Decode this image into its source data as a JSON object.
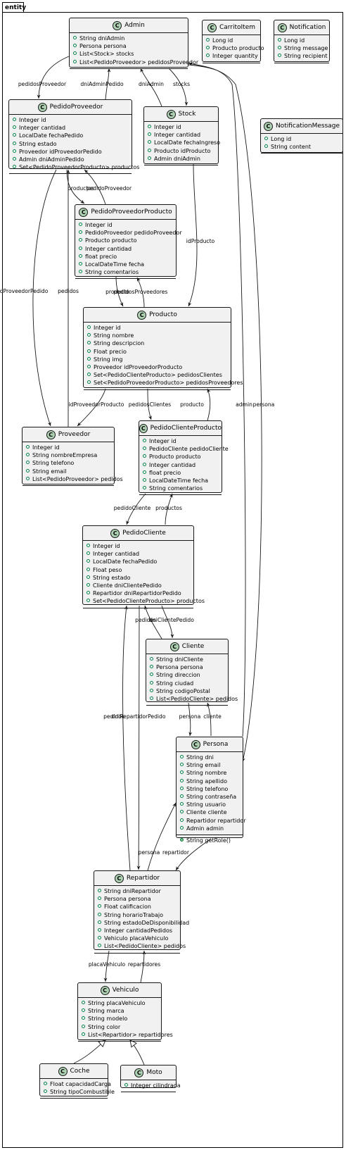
{
  "package": {
    "name": "entity"
  },
  "classes": [
    {
      "name": "Admin",
      "fields": [
        "String dniAdmin",
        "Persona persona",
        "List<Stock> stocks",
        "List<PedidoProveedor> pedidosProveedor"
      ],
      "methods": []
    },
    {
      "name": "CarritoItem",
      "fields": [
        "Long id",
        "Producto producto",
        "Integer quantity"
      ],
      "methods": []
    },
    {
      "name": "Notification",
      "fields": [
        "Long id",
        "String message",
        "String recipient"
      ],
      "methods": []
    },
    {
      "name": "NotificationMessage",
      "fields": [
        "Long id",
        "String content"
      ],
      "methods": []
    },
    {
      "name": "PedidoProveedor",
      "fields": [
        "Integer id",
        "Integer cantidad",
        "LocalDate fechaPedido",
        "String estado",
        "Proveedor idProveedorPedido",
        "Admin dniAdminPedido",
        "Set<PedidoProveedorProducto> productos"
      ],
      "methods": []
    },
    {
      "name": "Stock",
      "fields": [
        "Integer id",
        "Integer cantidad",
        "LocalDate fechaIngreso",
        "Producto idProducto",
        "Admin dniAdmin"
      ],
      "methods": []
    },
    {
      "name": "PedidoProveedorProducto",
      "fields": [
        "Integer id",
        "PedidoProveedor pedidoProveedor",
        "Producto producto",
        "Integer cantidad",
        "float precio",
        "LocalDateTime fecha",
        "String comentarios"
      ],
      "methods": []
    },
    {
      "name": "Producto",
      "fields": [
        "Integer id",
        "String nombre",
        "String descripcion",
        "Float precio",
        "String img",
        "Proveedor idProveedorProducto",
        "Set<PedidoClienteProducto> pedidosClientes",
        "Set<PedidoProveedorProducto> pedidosProveedores"
      ],
      "methods": []
    },
    {
      "name": "Proveedor",
      "fields": [
        "Integer id",
        "String nombreEmpresa",
        "String telefono",
        "String email",
        "List<PedidoProveedor> pedidos"
      ],
      "methods": []
    },
    {
      "name": "PedidoClienteProducto",
      "fields": [
        "Integer id",
        "PedidoCliente pedidoCliente",
        "Producto producto",
        "Integer cantidad",
        "float precio",
        "LocalDateTime fecha",
        "String comentarios"
      ],
      "methods": []
    },
    {
      "name": "PedidoCliente",
      "fields": [
        "Integer id",
        "Integer cantidad",
        "LocalDate fechaPedido",
        "Float peso",
        "String estado",
        "Cliente dniClientePedido",
        "Repartidor dniRepartidorPedido",
        "Set<PedidoClienteProducto> productos"
      ],
      "methods": []
    },
    {
      "name": "Cliente",
      "fields": [
        "String dniCliente",
        "Persona persona",
        "String direccion",
        "String ciudad",
        "String codigoPostal",
        "List<PedidoCliente> pedidos"
      ],
      "methods": []
    },
    {
      "name": "Persona",
      "fields": [
        "String dni",
        "String email",
        "String nombre",
        "String apellido",
        "String telefono",
        "String contraseña",
        "String usuario",
        "Cliente cliente",
        "Repartidor repartidor",
        "Admin admin"
      ],
      "methods": [
        "String getRole()"
      ]
    },
    {
      "name": "Repartidor",
      "fields": [
        "String dniRepartidor",
        "Persona persona",
        "Float calificacion",
        "String horarioTrabajo",
        "String estadoDeDisponibilidad",
        "Integer cantidadPedidos",
        "Vehiculo placaVehiculo",
        "List<PedidoCliente> pedidos"
      ],
      "methods": []
    },
    {
      "name": "Vehiculo",
      "fields": [
        "String placaVehiculo",
        "String marca",
        "String modelo",
        "String color",
        "List<Repartidor> repartidores"
      ],
      "methods": []
    },
    {
      "name": "Coche",
      "fields": [
        "Float capacidadCarga",
        "String tipoCombustible"
      ],
      "methods": []
    },
    {
      "name": "Moto",
      "fields": [
        "Integer cilindrada"
      ],
      "methods": []
    }
  ],
  "relations": [
    {
      "from": "Admin",
      "to": "PedidoProveedor",
      "label": "pedidosProveedor"
    },
    {
      "from": "PedidoProveedor",
      "to": "Admin",
      "label": "dniAdminPedido"
    },
    {
      "from": "Stock",
      "to": "Admin",
      "label": "dniAdmin"
    },
    {
      "from": "Admin",
      "to": "Stock",
      "label": "stocks"
    },
    {
      "from": "PedidoProveedor",
      "to": "PedidoProveedorProducto",
      "label": "productos"
    },
    {
      "from": "PedidoProveedorProducto",
      "to": "PedidoProveedor",
      "label": "pedidoProveedor"
    },
    {
      "from": "Stock",
      "to": "Producto",
      "label": "idProducto"
    },
    {
      "from": "PedidoProveedorProducto",
      "to": "Producto",
      "label": "producto"
    },
    {
      "from": "Producto",
      "to": "PedidoProveedorProducto",
      "label": "pedidosProveedores"
    },
    {
      "from": "PedidoProveedor",
      "to": "Proveedor",
      "label": "idProveedorPedido"
    },
    {
      "from": "Proveedor",
      "to": "PedidoProveedor",
      "label": "pedidos"
    },
    {
      "from": "Producto",
      "to": "Proveedor",
      "label": "idProveedorProducto"
    },
    {
      "from": "Producto",
      "to": "PedidoClienteProducto",
      "label": "pedidosClientes"
    },
    {
      "from": "PedidoClienteProducto",
      "to": "Producto",
      "label": "producto"
    },
    {
      "from": "PedidoClienteProducto",
      "to": "PedidoCliente",
      "label": "pedidoCliente"
    },
    {
      "from": "PedidoCliente",
      "to": "PedidoClienteProducto",
      "label": "productos"
    },
    {
      "from": "Cliente",
      "to": "PedidoCliente",
      "label": "pedidos"
    },
    {
      "from": "PedidoCliente",
      "to": "Cliente",
      "label": "dniClientePedido"
    },
    {
      "from": "Persona",
      "to": "Admin",
      "label": "admin"
    },
    {
      "from": "Admin",
      "to": "Persona",
      "label": "persona"
    },
    {
      "from": "Cliente",
      "to": "Persona",
      "label": "persona"
    },
    {
      "from": "Persona",
      "to": "Cliente",
      "label": "cliente"
    },
    {
      "from": "Repartidor",
      "to": "PedidoCliente",
      "label": "pedidos"
    },
    {
      "from": "PedidoCliente",
      "to": "Repartidor",
      "label": "dniRepartidorPedido"
    },
    {
      "from": "Repartidor",
      "to": "Persona",
      "label": "persona"
    },
    {
      "from": "Persona",
      "to": "Repartidor",
      "label": "repartidor"
    },
    {
      "from": "Repartidor",
      "to": "Vehiculo",
      "label": "placaVehiculo"
    },
    {
      "from": "Vehiculo",
      "to": "Repartidor",
      "label": "repartidores"
    },
    {
      "from": "Coche",
      "to": "Vehiculo",
      "label": ""
    },
    {
      "from": "Moto",
      "to": "Vehiculo",
      "label": ""
    }
  ]
}
